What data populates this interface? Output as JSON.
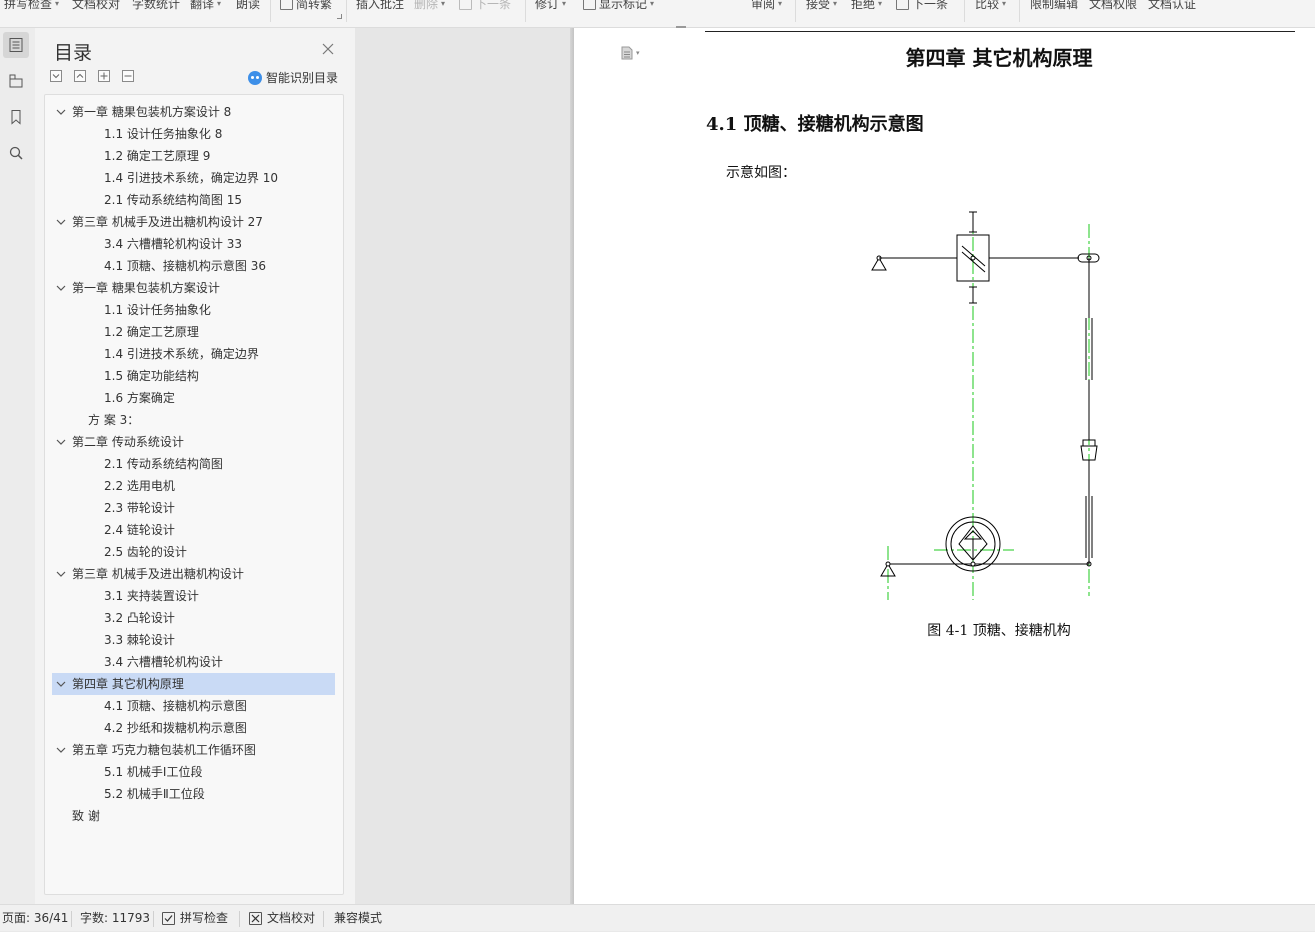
{
  "toolbar": {
    "items": [
      "拼写检查",
      "文档校对",
      "字数统计",
      "翻译",
      "朗读",
      "简转繁",
      "插入批注",
      "删除",
      "下一条",
      "修订",
      "显示标记",
      "审阅",
      "接受",
      "拒绝",
      "下一条",
      "比较",
      "限制编辑",
      "文档权限",
      "文档认证"
    ]
  },
  "rail": {
    "icons": [
      "toc-icon",
      "nav-tree-icon",
      "bookmark-icon",
      "search-icon"
    ]
  },
  "sidebar": {
    "title": "目录",
    "smart_label": "智能识别目录",
    "toc": [
      {
        "level": 1,
        "text": "第一章 糖果包装机方案设计  8"
      },
      {
        "level": 2,
        "text": "1.1 设计任务抽象化  8"
      },
      {
        "level": 2,
        "text": "1.2 确定工艺原理  9"
      },
      {
        "level": 2,
        "text": "1.4 引进技术系统，确定边界  10"
      },
      {
        "level": 2,
        "text": "2.1 传动系统结构简图  15"
      },
      {
        "level": 1,
        "text": "第三章 机械手及进出糖机构设计  27"
      },
      {
        "level": 2,
        "text": "3.4 六槽槽轮机构设计  33"
      },
      {
        "level": 2,
        "text": "4.1 顶糖、接糖机构示意图  36"
      },
      {
        "level": 1,
        "text": "第一章 糖果包装机方案设计"
      },
      {
        "level": 2,
        "text": "1.1 设计任务抽象化"
      },
      {
        "level": 2,
        "text": "1.2 确定工艺原理"
      },
      {
        "level": 2,
        "text": "1.4 引进技术系统，确定边界"
      },
      {
        "level": 2,
        "text": "1.5 确定功能结构"
      },
      {
        "level": 2,
        "text": "1.6 方案确定"
      },
      {
        "level": 3,
        "text": "方 案 3："
      },
      {
        "level": 1,
        "text": "第二章 传动系统设计"
      },
      {
        "level": 2,
        "text": "2.1 传动系统结构简图"
      },
      {
        "level": 2,
        "text": "2.2 选用电机"
      },
      {
        "level": 2,
        "text": "2.3 带轮设计"
      },
      {
        "level": 2,
        "text": "2.4 链轮设计"
      },
      {
        "level": 2,
        "text": "2.5 齿轮的设计"
      },
      {
        "level": 1,
        "text": "第三章 机械手及进出糖机构设计"
      },
      {
        "level": 2,
        "text": "3.1 夹持装置设计"
      },
      {
        "level": 2,
        "text": "3.2 凸轮设计"
      },
      {
        "level": 2,
        "text": "3.3 棘轮设计"
      },
      {
        "level": 2,
        "text": "3.4 六槽槽轮机构设计"
      },
      {
        "level": 1,
        "text": "第四章 其它机构原理",
        "selected": true
      },
      {
        "level": 2,
        "text": "4.1 顶糖、接糖机构示意图"
      },
      {
        "level": 2,
        "text": "4.2 抄纸和拨糖机构示意图"
      },
      {
        "level": 1,
        "text": "第五章 巧克力糖包装机工作循环图"
      },
      {
        "level": 2,
        "text": "5.1 机械手Ⅰ工位段"
      },
      {
        "level": 2,
        "text": "5.2 机械手Ⅱ工位段"
      },
      {
        "level": 0,
        "text": "致 谢"
      }
    ]
  },
  "document": {
    "chapter_title": "第四章  其它机构原理",
    "section_title": "4.1 顶糖、接糖机构示意图",
    "body_text": "示意如图：",
    "figure_caption": "图 4-1 顶糖、接糖机构"
  },
  "statusbar": {
    "page": "页面: 36/41",
    "words": "字数: 11793",
    "spell": "拼写检查",
    "proof": "文档校对",
    "mode": "兼容模式"
  },
  "colors": {
    "selection": "#c9daf5",
    "centerline": "#1ec81e",
    "accent": "#3d8fe8"
  }
}
